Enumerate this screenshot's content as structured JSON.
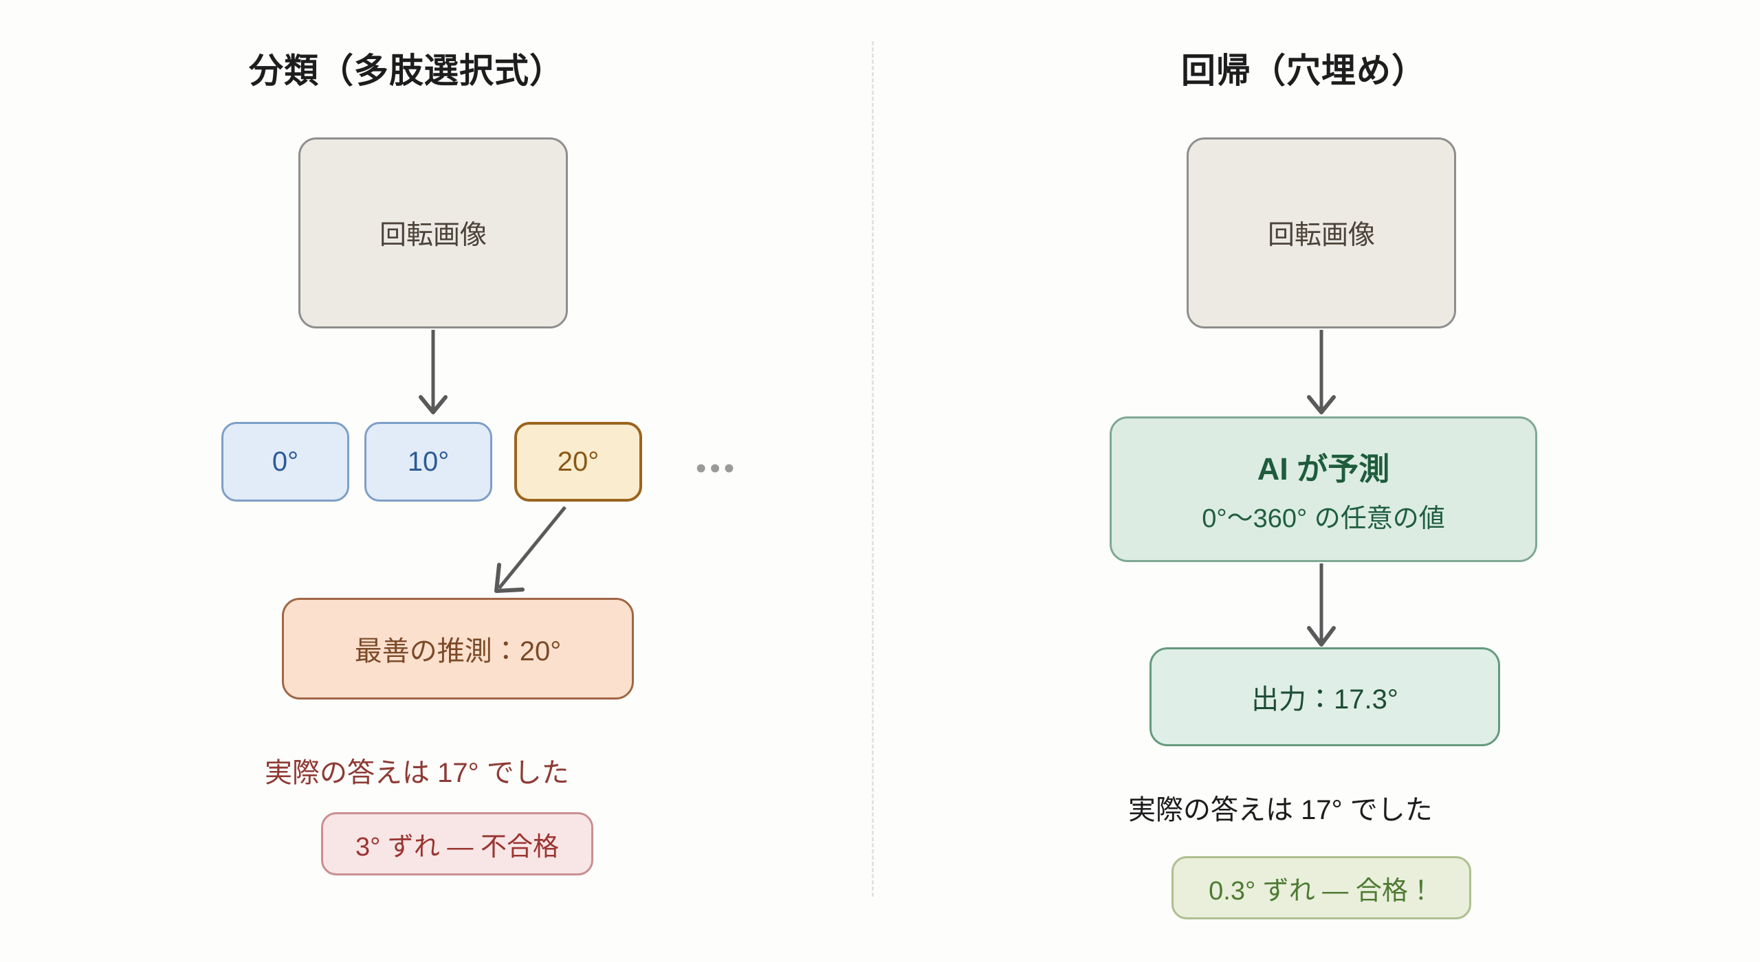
{
  "figure": {
    "background_color": "#fdfdfc",
    "divider": {
      "style": "dashed",
      "color": "#e3e3e3"
    }
  },
  "left_panel": {
    "title": "分類（多肢選択式）",
    "input_box": {
      "label": "回転画像",
      "fill": "#edeae4",
      "border": "#8e8e8e"
    },
    "options": [
      {
        "label": "0°",
        "state": "unselected",
        "fill": "#e2ecf9",
        "border": "#7d9fc6",
        "text_color": "#2c5a96"
      },
      {
        "label": "10°",
        "state": "unselected",
        "fill": "#e2ecf9",
        "border": "#7d9fc6",
        "text_color": "#2c5a96"
      },
      {
        "label": "20°",
        "state": "selected",
        "fill": "#faeccf",
        "border": "#9b641d",
        "text_color": "#8a5716"
      }
    ],
    "options_more": "•••",
    "guess_box": {
      "label": "最善の推測：20°",
      "fill": "#fbe0cd",
      "border": "#a06646",
      "text_color": "#7c4a28"
    },
    "actual_answer": "実際の答えは 17° でした",
    "actual_answer_color": "#8e3a34",
    "verdict": {
      "label": "3° ずれ — 不合格",
      "fill": "#f8e6e6",
      "border": "#c98f8f",
      "text_color": "#9b3430"
    }
  },
  "right_panel": {
    "title": "回帰（穴埋め）",
    "input_box": {
      "label": "回転画像",
      "fill": "#edeae4",
      "border": "#8e8e8e"
    },
    "predict_box": {
      "title": "AI が予測",
      "subtitle": "0°〜360° の任意の値",
      "fill": "#dcece3",
      "border": "#7ea894",
      "text_color": "#1e5c3c"
    },
    "output_box": {
      "label": "出力：17.3°",
      "fill": "#dfeee6",
      "border": "#659a7d",
      "text_color": "#1d4c35"
    },
    "actual_answer": "実際の答えは 17° でした",
    "actual_answer_color": "#1c1c1c",
    "verdict": {
      "label": "0.3° ずれ — 合格！",
      "fill": "#e9efdb",
      "border": "#aebf8f",
      "text_color": "#4e7a32"
    }
  },
  "arrows": {
    "color": "#5a5a5a",
    "items": [
      {
        "name": "image-to-options",
        "from": "回転画像",
        "to": "選択肢",
        "direction": "down"
      },
      {
        "name": "option-to-guess",
        "from": "20°",
        "to": "最善の推測",
        "direction": "down-left"
      },
      {
        "name": "image-to-predict",
        "from": "回転画像",
        "to": "AI が予測",
        "direction": "down"
      },
      {
        "name": "predict-to-output",
        "from": "AI が予測",
        "to": "出力",
        "direction": "down"
      }
    ]
  }
}
